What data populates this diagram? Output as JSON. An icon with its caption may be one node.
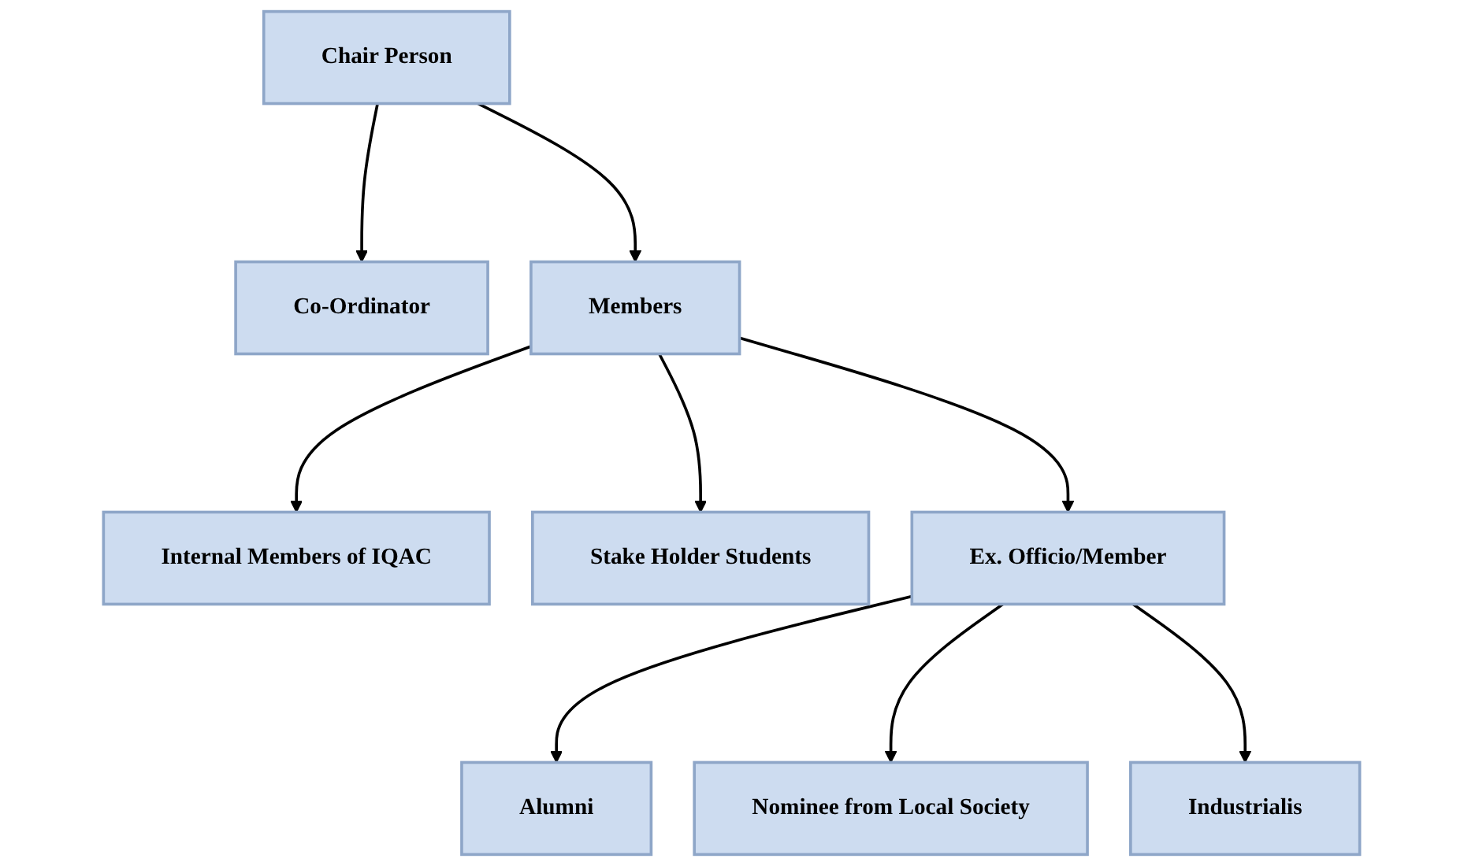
{
  "diagram": {
    "nodes": [
      {
        "text": [
          "Chair Person"
        ]
      },
      {
        "text": [
          "Co-Ordinator"
        ]
      },
      {
        "text": [
          "Members"
        ]
      },
      {
        "text": [
          "Internal Members of IQAC"
        ]
      },
      {
        "text": [
          "Stake Holder Students"
        ]
      },
      {
        "text": [
          "Ex. Officio/Member"
        ]
      },
      {
        "text": [
          "Alumni"
        ]
      },
      {
        "text": [
          "Nominee from Local Society"
        ]
      },
      {
        "text": [
          "Industrialis"
        ]
      }
    ],
    "edges": [
      {
        "from": 0,
        "to": 1,
        "arrow": "to"
      },
      {
        "from": 0,
        "to": 2,
        "arrow": "to"
      },
      {
        "from": 2,
        "to": 3,
        "arrow": "to"
      },
      {
        "from": 2,
        "to": 4,
        "arrow": "to"
      },
      {
        "from": 2,
        "to": 5,
        "arrow": "to"
      },
      {
        "from": 5,
        "to": 6,
        "arrow": "to"
      },
      {
        "from": 5,
        "to": 7,
        "arrow": "to"
      },
      {
        "from": 5,
        "to": 8,
        "arrow": "to"
      }
    ]
  }
}
